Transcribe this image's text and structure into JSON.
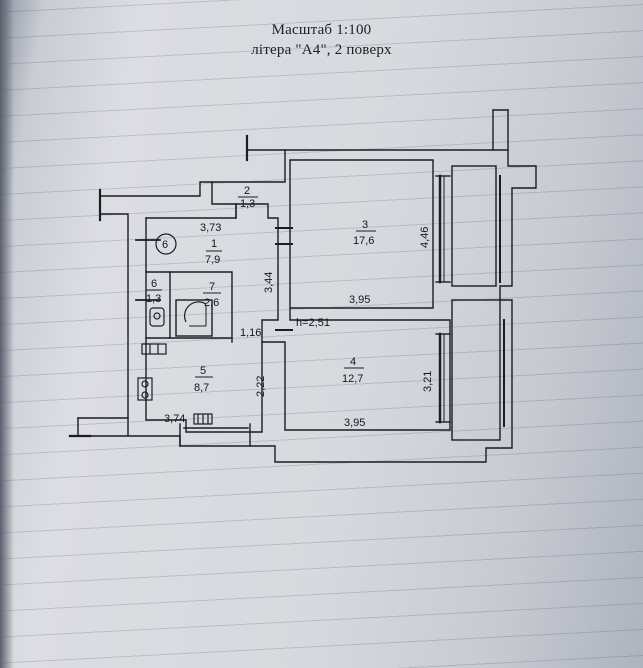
{
  "header": {
    "scale": "Масштаб 1:100",
    "letter": "літера \"А4\", 2 поверх"
  },
  "rooms": [
    {
      "id": "1",
      "area": "7,9",
      "width": "3,73"
    },
    {
      "id": "2",
      "area": "1,3"
    },
    {
      "id": "3",
      "area": "17,6",
      "width": "3,95",
      "depth": "4,46"
    },
    {
      "id": "4",
      "area": "12,7",
      "width": "3,95",
      "depth": "3,21"
    },
    {
      "id": "5",
      "area": "8,7",
      "width": "3,74",
      "depth": "2,22"
    },
    {
      "id": "6",
      "area": "1,3"
    },
    {
      "id": "7",
      "area": "2,6"
    }
  ],
  "dimensions": {
    "corridor_depth": "3,44",
    "passage": "1,16",
    "ceiling_height": "h=2,51",
    "circle_marker": "6"
  },
  "colors": {
    "ink": "#1b1d23",
    "paper": "#d9dbe0"
  }
}
